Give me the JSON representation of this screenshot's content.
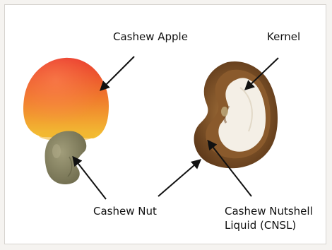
{
  "labels": {
    "cashew_apple": "Cashew Apple",
    "kernel": "Kernel",
    "cashew_nut": "Cashew Nut",
    "cnsl_line1": "Cashew Nutshell",
    "cnsl_line2": "Liquid (CNSL)"
  },
  "colors": {
    "apple_top": "#e8352a",
    "apple_mid": "#f07a2c",
    "apple_bottom": "#f3c233",
    "nut": "#8c8a66",
    "shell_outer": "#6b4420",
    "shell_inner": "#a5713a",
    "kernel": "#f4efe6",
    "arrow": "#111111"
  }
}
